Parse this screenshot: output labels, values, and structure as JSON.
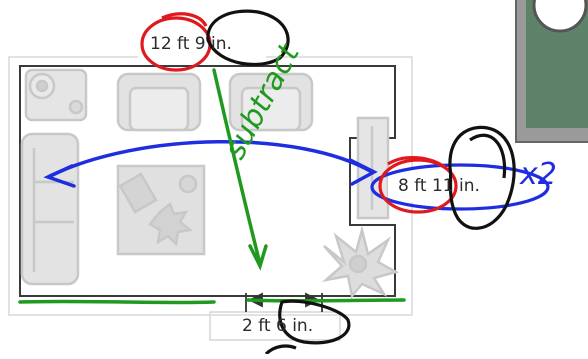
{
  "floor_plan": {
    "top_wall_length": "12 ft 9 in.",
    "right_alcove_width": "8 ft 11 in.",
    "bottom_jog_length": "2 ft 6 in."
  },
  "annotations": {
    "subtract_note": "subtract",
    "multiply_note": "x2"
  },
  "colors": {
    "furniture": "#cfcfcf",
    "wall": "#333333",
    "ink_red": "#e0191f",
    "ink_black": "#111111",
    "ink_blue": "#1f2de0",
    "ink_green": "#1f9a1f",
    "plant_panel_frame": "#7a7a7a",
    "plant_panel_fill": "#5b7f6a"
  }
}
